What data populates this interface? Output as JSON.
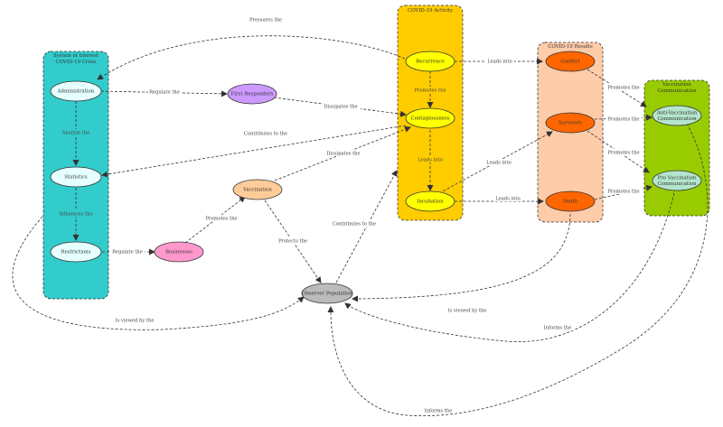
{
  "groups": {
    "system": {
      "line1": "System of Interest",
      "line2": "COVID-19 Crisis",
      "fill": "#33cccc"
    },
    "activity": {
      "label": "COVID-19 Activity",
      "fill": "#ffcc00"
    },
    "results": {
      "label": "COVID-19 Results",
      "fill": "#ffccaa"
    },
    "vaccination": {
      "line1": "Vaccination",
      "line2": "Communication",
      "fill": "#99cc00"
    }
  },
  "nodes": {
    "administration": {
      "label": "Administration",
      "fill": "#e6ffff"
    },
    "statistics": {
      "label": "Statistics",
      "fill": "#e6ffff"
    },
    "restrictions": {
      "label": "Restrictions",
      "fill": "#e6ffff"
    },
    "first_responders": {
      "label": "First Responders",
      "fill": "#cc99ff"
    },
    "vaccination": {
      "label": "Vaccination",
      "fill": "#ffcc99"
    },
    "businesses": {
      "label": "Businesses",
      "fill": "#ff99cc"
    },
    "observer_population": {
      "label": "Observer Population",
      "fill": "#bbbbbb"
    },
    "recurrence": {
      "label": "Recurrence",
      "fill": "#ffff00"
    },
    "contagiousness": {
      "label": "Contagiousness",
      "fill": "#ffff00"
    },
    "incubation": {
      "label": "Incubation",
      "fill": "#ffff00"
    },
    "conflict": {
      "label": "Conflict",
      "fill": "#ff6600"
    },
    "survivors": {
      "label": "Survivors",
      "fill": "#ff6600"
    },
    "death": {
      "label": "Death",
      "fill": "#ff6600"
    },
    "anti_vax": {
      "line1": "Anti-Vaccination",
      "line2": "Communication",
      "fill": "#b3e6cc"
    },
    "pro_vax": {
      "line1": "Pro Vaccination",
      "line2": "Communication",
      "fill": "#b3e6cc"
    }
  },
  "edges": {
    "pressures": "Pressures the",
    "regulate_first": "Regulate the",
    "dissipates_first": "Dissipates the",
    "analyze": "Analyze the",
    "contributes_stats": "Contributes to the",
    "dissipates_vacc": "Dissipates the",
    "influences": "Influences the",
    "regulate_bus": "Regulate the",
    "promotes_bus": "Promotes the",
    "protects": "Protects the",
    "contributes_obs": "Contributes to the",
    "viewed_admin": "Is viewed by the",
    "viewed_death": "Is viewed by the",
    "informs_pro": "Informs the",
    "informs_anti": "Informs the",
    "leads_recurrence": "Leads into",
    "promotes_contag": "Promotes the",
    "leads_incub": "Leads into",
    "leads_survivors": "Leads into",
    "leads_death": "Leads into",
    "promotes_conflict": "Promotes the",
    "promotes_survivors": "Promotes the",
    "promotes_surv_pro": "Promotes the",
    "promotes_death": "Promotes the"
  }
}
